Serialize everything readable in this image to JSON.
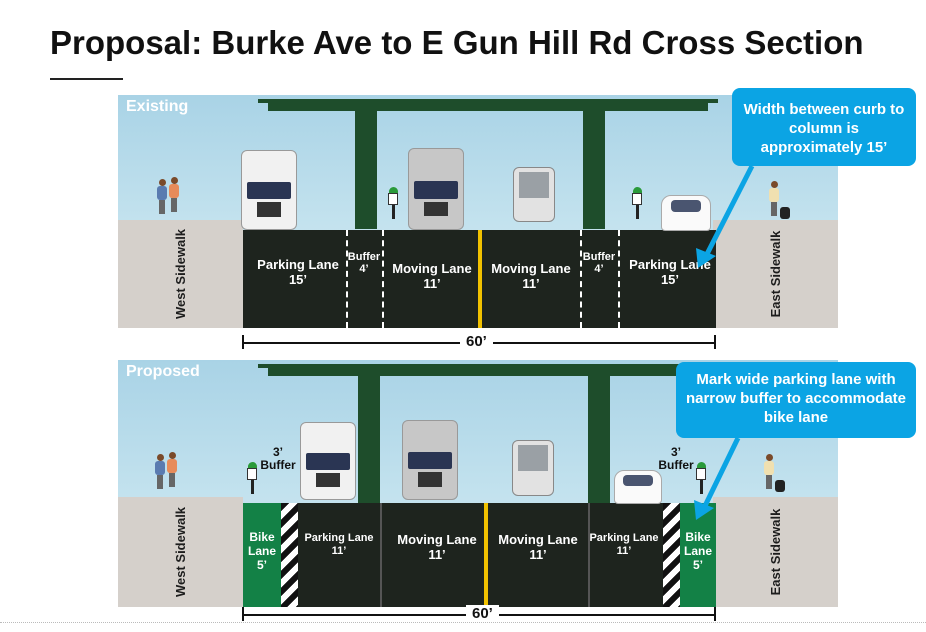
{
  "title": "Proposal: Burke Ave to E Gun Hill Rd Cross Section",
  "existing": {
    "label": "Existing",
    "west_sidewalk": "West Sidewalk",
    "east_sidewalk": "East Sidewalk",
    "lanes": [
      {
        "name": "Parking Lane",
        "width": "15’"
      },
      {
        "name": "Buffer",
        "width": "4’"
      },
      {
        "name": "Moving Lane",
        "width": "11’"
      },
      {
        "name": "Moving Lane",
        "width": "11’"
      },
      {
        "name": "Buffer",
        "width": "4’"
      },
      {
        "name": "Parking Lane",
        "width": "15’"
      }
    ],
    "total_width": "60’",
    "callout": "Width between curb to column is approximately 15’"
  },
  "proposed": {
    "label": "Proposed",
    "west_sidewalk": "West Sidewalk",
    "east_sidewalk": "East Sidewalk",
    "lanes": [
      {
        "name": "Bike Lane",
        "width": "5’"
      },
      {
        "name": "Parking Lane",
        "width": "11’"
      },
      {
        "name": "Moving Lane",
        "width": "11’"
      },
      {
        "name": "Moving Lane",
        "width": "11’"
      },
      {
        "name": "Parking Lane",
        "width": "11’"
      },
      {
        "name": "Bike Lane",
        "width": "5’"
      }
    ],
    "buffer_label": "3’ Buffer",
    "total_width": "60’",
    "callout": "Mark wide parking lane with narrow buffer to accommodate bike lane"
  },
  "colors": {
    "road": "#1e241e",
    "bike_lane": "#138146",
    "callout": "#0ba4e4",
    "structure": "#1e4d2b",
    "center_line": "#f2c200"
  }
}
